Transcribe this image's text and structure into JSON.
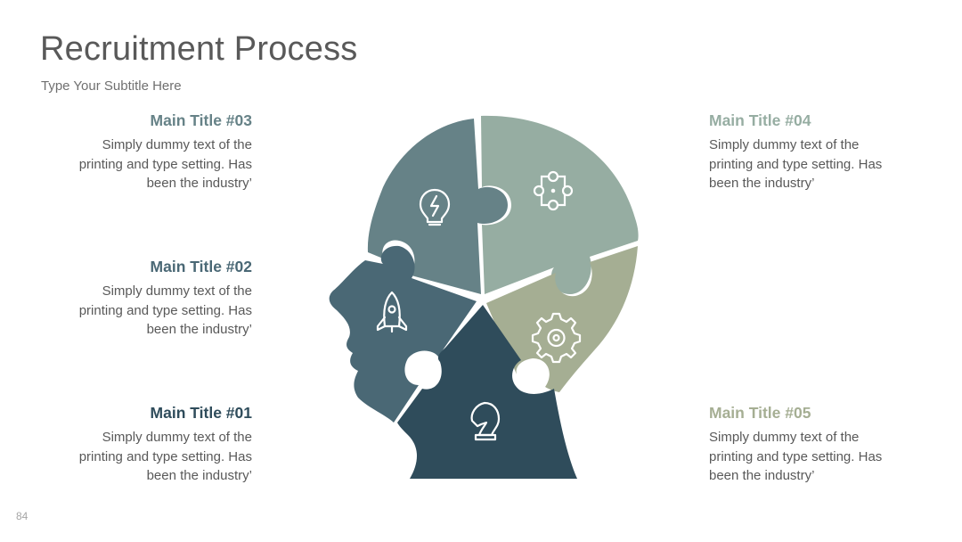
{
  "slide": {
    "title": "Recruitment Process",
    "subtitle": "Type Your Subtitle Here",
    "page_number": "84"
  },
  "colors": {
    "piece_01": "#2f4c5b",
    "piece_02": "#4a6875",
    "piece_03": "#668287",
    "piece_04": "#96ada2",
    "piece_05": "#a5ae93"
  },
  "steps": [
    {
      "id": "01",
      "title": "Main Title #01",
      "desc": [
        "Simply dummy text of the",
        "printing and type setting. Has",
        "been the industry’"
      ],
      "color": "#2f4c5b",
      "icon": "chess-knight-icon"
    },
    {
      "id": "02",
      "title": "Main Title #02",
      "desc": [
        "Simply dummy text of the",
        "printing and type setting. Has",
        "been the industry’"
      ],
      "color": "#4a6875",
      "icon": "rocket-icon"
    },
    {
      "id": "03",
      "title": "Main Title #03",
      "desc": [
        "Simply dummy text of the",
        "printing and type setting. Has",
        "been the industry’"
      ],
      "color": "#668287",
      "icon": "lightbulb-icon"
    },
    {
      "id": "04",
      "title": "Main Title #04",
      "desc": [
        "Simply dummy text of the",
        "printing and type setting. Has",
        "been the industry’"
      ],
      "color": "#96ada2",
      "icon": "process-nodes-icon"
    },
    {
      "id": "05",
      "title": "Main Title #05",
      "desc": [
        "Simply dummy text of the",
        "printing and type setting. Has",
        "been the industry’"
      ],
      "color": "#a5ae93",
      "icon": "gear-icon"
    }
  ]
}
